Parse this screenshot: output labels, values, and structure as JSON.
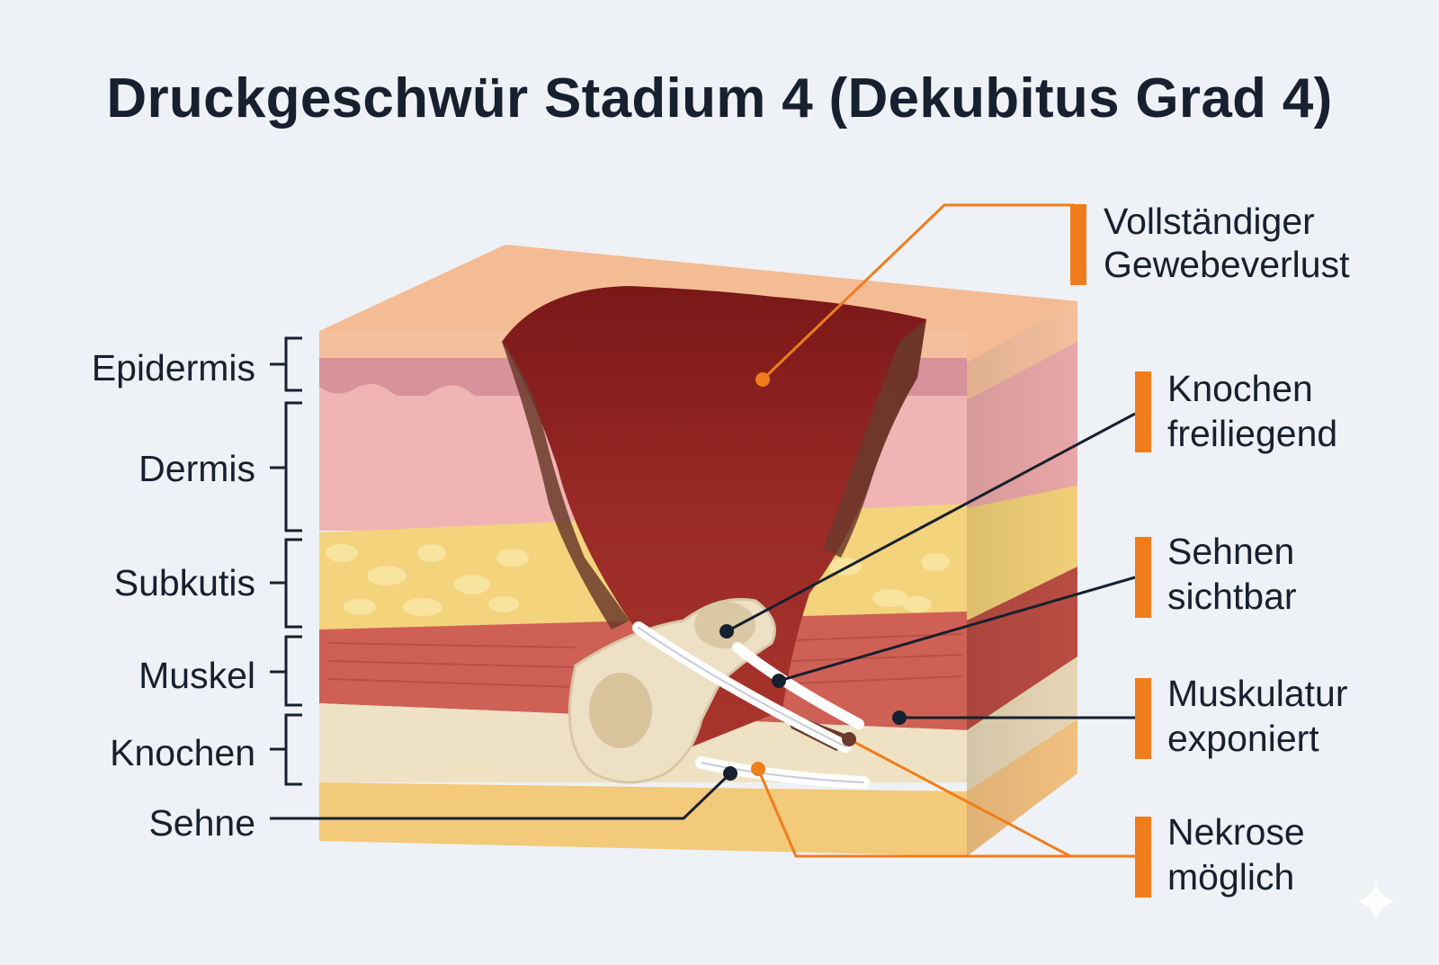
{
  "title": "Druckgeschwür Stadium 4 (Dekubitus Grad 4)",
  "layers": [
    "Epidermis",
    "Dermis",
    "Subkutis",
    "Muskel",
    "Knochen",
    "Sehne"
  ],
  "callouts": [
    {
      "line1": "Vollständiger",
      "line2": "Gewebeverlust",
      "color": "#f07d1c"
    },
    {
      "line1": "Knochen",
      "line2": "freiliegend",
      "color": "#17202e"
    },
    {
      "line1": "Sehnen",
      "line2": "sichtbar",
      "color": "#17202e"
    },
    {
      "line1": "Muskulatur",
      "line2": "exponiert",
      "color": "#17202e"
    },
    {
      "line1": "Nekrose",
      "line2": "möglich",
      "color": "#f07d1c"
    }
  ],
  "colors": {
    "accent": "#f07d1c",
    "text": "#17202e",
    "epidermis": "#d9909a",
    "dermis": "#efb4b3",
    "subkutis": "#f2d47f",
    "muscle": "#c95a4f",
    "bone": "#eee0c5",
    "wound": "#8c1f1f"
  }
}
